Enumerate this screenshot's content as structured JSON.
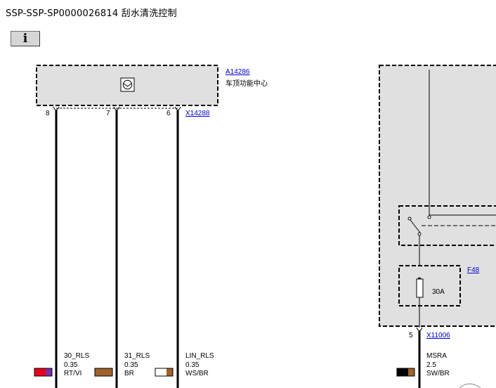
{
  "page": {
    "title": "SSP-SSP-SP0000026814 刮水清洗控制",
    "info_button": "i"
  },
  "components": {
    "rls": {
      "id": "A14286",
      "name": "车顶功能中心",
      "connector": "X14288",
      "pins": [
        "8",
        "7",
        "6"
      ]
    },
    "power": {
      "connector": "X11006",
      "pin": "5",
      "fuse": {
        "id": "F48",
        "rating": "30A"
      }
    }
  },
  "wires": [
    {
      "signal": "30_RLS",
      "gauge": "0.35",
      "color_code": "RT/VI",
      "swatch": [
        "#e8001c",
        "#7a2da8"
      ]
    },
    {
      "signal": "31_RLS",
      "gauge": "0.35",
      "color_code": "BR",
      "swatch": [
        "#a0622d",
        "#a0622d"
      ]
    },
    {
      "signal": "LIN_RLS",
      "gauge": "0.35",
      "color_code": "WS/BR",
      "swatch": [
        "#ffffff",
        "#a0622d"
      ]
    },
    {
      "signal": "MSRA",
      "gauge": "2.5",
      "color_code": "SW/BR",
      "swatch": [
        "#000000",
        "#a0622d"
      ]
    }
  ],
  "colors": {
    "module_fill": "#e0e0e0",
    "link": "#0000cc"
  }
}
